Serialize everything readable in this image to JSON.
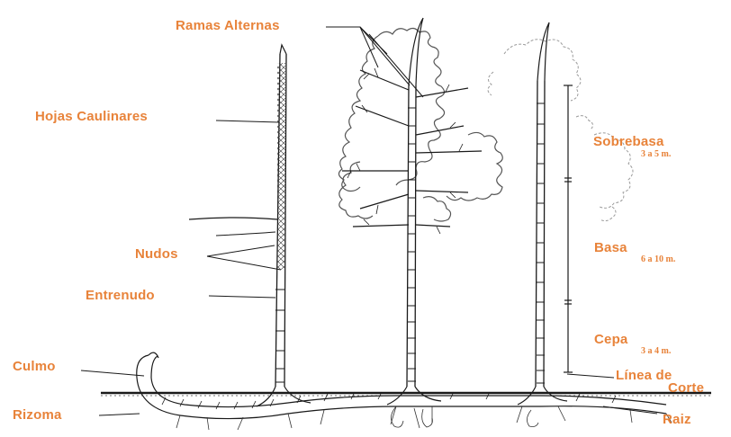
{
  "labels": {
    "ramas_alternas": "Ramas Alternas",
    "hojas_caulinares": "Hojas Caulinares",
    "nudos": "Nudos",
    "entrenudo": "Entrenudo",
    "culmo": "Culmo",
    "rizoma": "Rizoma",
    "sobrebasa": "Sobrebasa",
    "sobrebasa_range": "3 a 5 m.",
    "basa": "Basa",
    "basa_range": "6 a 10 m.",
    "cepa": "Cepa",
    "cepa_range": "3 a 4 m.",
    "linea_de_corte_1": "Línea de",
    "linea_de_corte_2": "Corte",
    "raiz": "Raiz"
  },
  "colors": {
    "label": "#e8833a",
    "ink": "#1a1a1a",
    "foliage": "#555555",
    "foliage_faint": "#9a9a9a"
  }
}
